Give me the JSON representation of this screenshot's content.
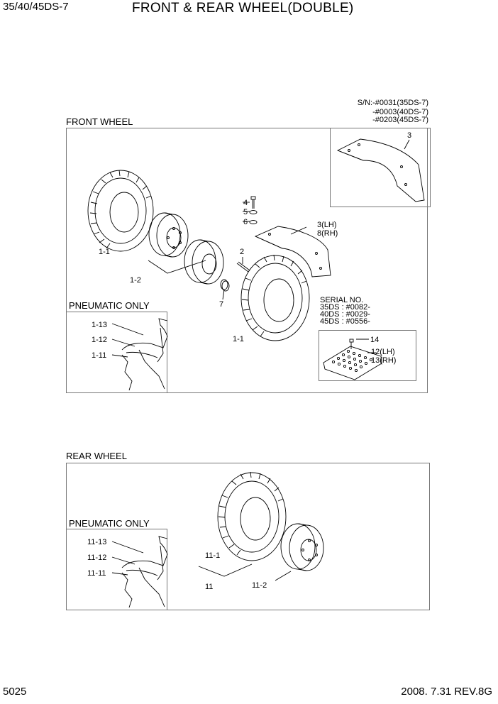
{
  "header": {
    "model": "35/40/45DS-7",
    "title": "FRONT & REAR WHEEL(DOUBLE)"
  },
  "serial_note": {
    "line1": "S/N:-#0031(35DS-7)",
    "line2": "-#0003(40DS-7)",
    "line3": "-#0203(45DS-7)"
  },
  "front": {
    "heading": "FRONT WHEEL",
    "pneumatic_heading": "PNEUMATIC ONLY",
    "serial_block": {
      "l1": "SERIAL NO.",
      "l2": "35DS : #0082-",
      "l3": "40DS : #0029-",
      "l4": "45DS : #0556-"
    },
    "labels": {
      "p3_top": "3",
      "p4": "4",
      "p5": "5",
      "p6": "6",
      "p3_lh": "3(LH)",
      "p8_rh": "8(RH)",
      "p2": "2",
      "p7": "7",
      "p1_1_left": "1-1",
      "p1_2": "1-2",
      "p1_1_right": "1-1",
      "p1_13": "1-13",
      "p1_12": "1-12",
      "p1_11": "1-11",
      "p14": "14",
      "p12_lh": "12(LH)",
      "p13_rh": "13(RH)"
    }
  },
  "rear": {
    "heading": "REAR WHEEL",
    "pneumatic_heading": "PNEUMATIC ONLY",
    "labels": {
      "p11_13": "11-13",
      "p11_12": "11-12",
      "p11_11": "11-11",
      "p11_1": "11-1",
      "p11": "11",
      "p11_2": "11-2"
    }
  },
  "footer": {
    "page": "5025",
    "revision": "2008. 7.31  REV.8G"
  }
}
